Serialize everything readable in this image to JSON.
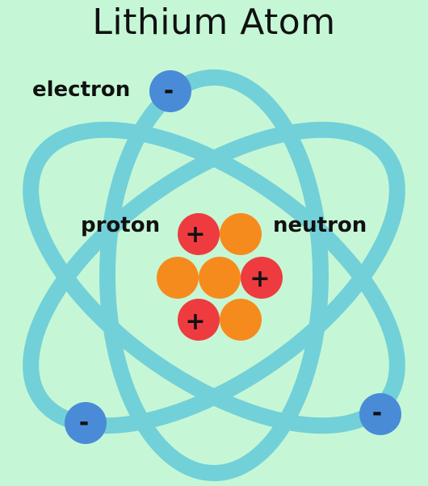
{
  "title": "Lithium Atom",
  "labels": {
    "electron": "electron",
    "proton": "proton",
    "neutron": "neutron"
  },
  "signs": {
    "positive": "+",
    "negative": "-"
  },
  "colors": {
    "background": "#c5f7d6",
    "orbit": "#72d0d8",
    "electron": "#4a8bd7",
    "proton": "#ee3b3f",
    "neutron": "#f68b1d"
  }
}
